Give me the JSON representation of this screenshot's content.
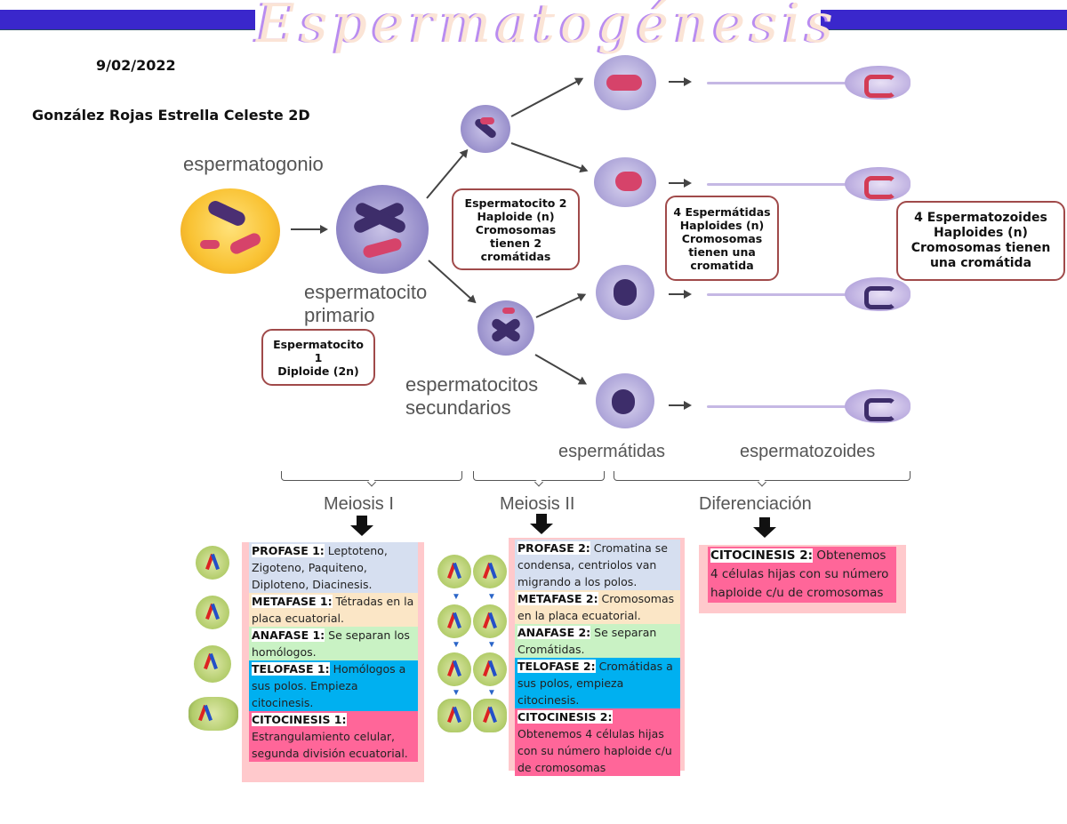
{
  "header": {
    "title": "Espermatogénesis",
    "date": "9/02/2022",
    "author": "González Rojas Estrella Celeste 2D",
    "accent_color": "#3a27cc"
  },
  "diagram": {
    "labels": {
      "espermatogonio": "espermatogonio",
      "espermatocito_primario_1": "espermatocito",
      "espermatocito_primario_2": "primario",
      "espermatocitos_secundarios_1": "espermatocitos",
      "espermatocitos_secundarios_2": "secundarios",
      "espermatidas": "espermátidas",
      "espermatozoides": "espermatozoides"
    },
    "boxes": {
      "espermatocito1": [
        "Espermatocito",
        "1",
        "Diploide (2n)"
      ],
      "espermatocito2": [
        "Espermatocito 2",
        "Haploide (n)",
        "Cromosomas",
        "tienen 2",
        "cromátidas"
      ],
      "espermatidas": [
        "4 Espermátidas",
        "Haploides (n)",
        "Cromosomas",
        "tienen una",
        "cromatida"
      ],
      "espermatozoides": [
        "4 Espermatozoides",
        "Haploides (n)",
        "Cromosomas tienen",
        "una cromátida"
      ]
    },
    "phases": [
      "Meiosis I",
      "Meiosis II",
      "Diferenciación"
    ]
  },
  "meiosis1": [
    {
      "key": "PROFASE 1:",
      "text": " Leptoteno, Zigoteno, Paquiteno, Diploteno, Diacinesis.",
      "color": "#d6dff0"
    },
    {
      "key": "METAFASE 1:",
      "text": " Tétradas en la placa ecuatorial.",
      "color": "#fbe6c6"
    },
    {
      "key": "ANAFASE 1:",
      "text": " Se separan los homólogos.",
      "color": "#c9f2c4"
    },
    {
      "key": "TELOFASE 1:",
      "text": " Homólogos a sus polos. Empieza citocinesis.",
      "color": "#00b0f0"
    },
    {
      "key": "CITOCINESIS 1:",
      "text": " Estrangulamiento celular, segunda división ecuatorial.",
      "color": "#ff6699"
    }
  ],
  "meiosis2": [
    {
      "key": "PROFASE 2:",
      "text": " Cromatina se condensa, centriolos van migrando a los polos.",
      "color": "#d6dff0"
    },
    {
      "key": "METAFASE 2:",
      "text": " Cromosomas en la placa ecuatorial.",
      "color": "#fbe6c6"
    },
    {
      "key": "ANAFASE 2:",
      "text": " Se separan Cromátidas.",
      "color": "#c9f2c4"
    },
    {
      "key": "TELOFASE 2:",
      "text": " Cromátidas a sus polos, empieza citocinesis.",
      "color": "#00b0f0"
    },
    {
      "key": "CITOCINESIS 2:",
      "text": "  Obtenemos 4 células hijas con su número haploide c/u de cromosomas",
      "color": "#ff6699"
    }
  ],
  "diferenciacion": {
    "key": "CITOCINESIS 2:",
    "text": "  Obtenemos 4 células hijas con su número haploide c/u de cromosomas"
  }
}
